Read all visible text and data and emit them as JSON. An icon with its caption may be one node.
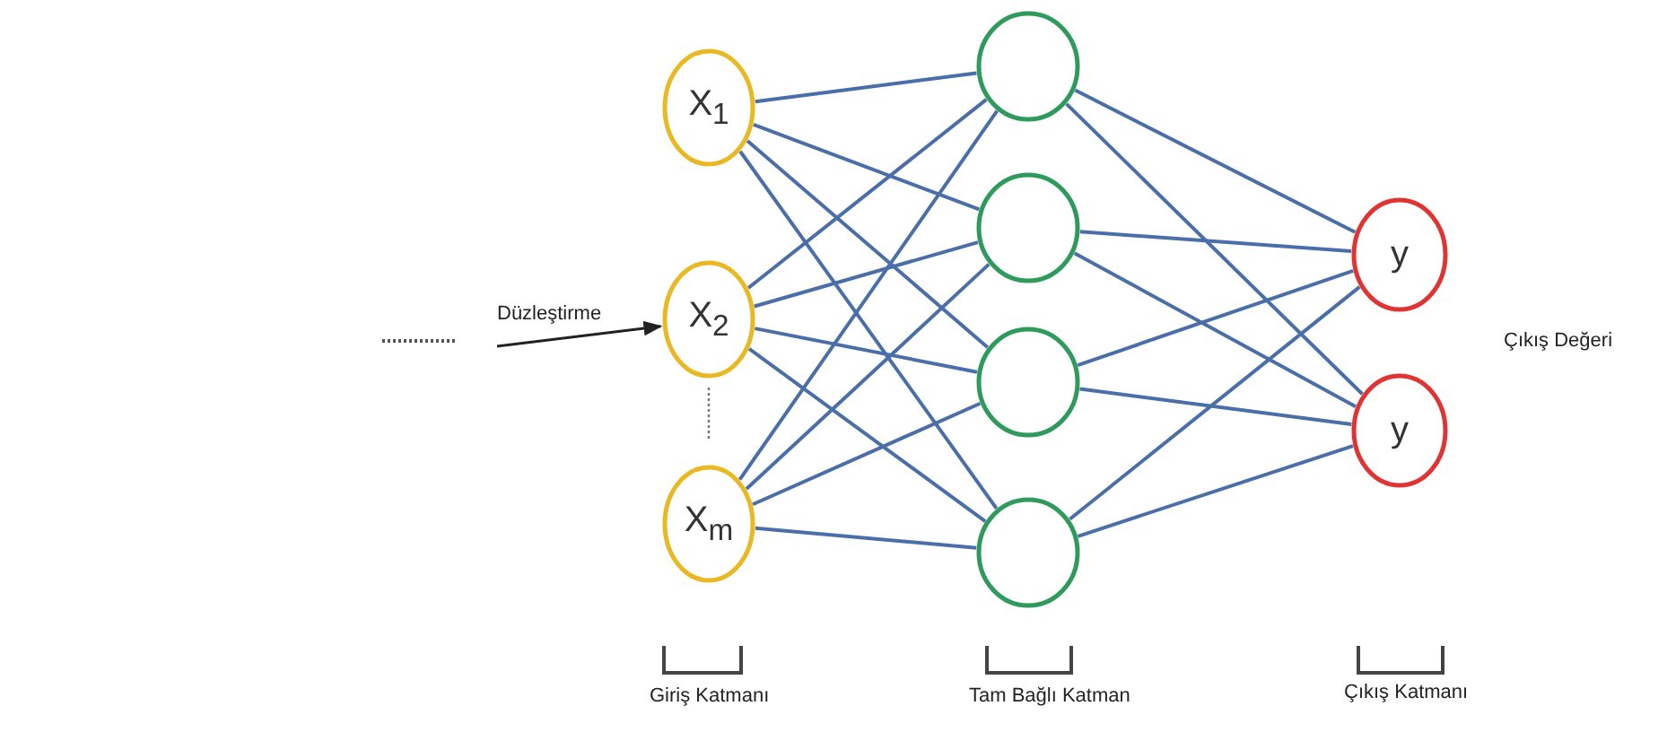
{
  "diagram": {
    "nodes": [
      {
        "text": [
          "X$_{1}$"
        ]
      },
      {
        "text": [
          "X$_{2}$"
        ]
      },
      {
        "text": [
          "X$_{m}$"
        ]
      },
      {
        "text": [],
        "shape": "circle"
      },
      {
        "text": [],
        "shape": "circle"
      },
      {
        "text": [],
        "shape": "circle"
      },
      {
        "text": [],
        "shape": "circle"
      },
      {
        "text": [
          "y"
        ]
      },
      {
        "text": [
          "y"
        ]
      }
    ],
    "edges": [
      {
        "from": null,
        "to": 1,
        "arrow": "to",
        "label": "Düzleştirme",
        "color": "#222222"
      },
      {
        "from": 0,
        "to": 3,
        "arrow": "none"
      },
      {
        "from": 0,
        "to": 4,
        "arrow": "none"
      },
      {
        "from": 0,
        "to": 5,
        "arrow": "none"
      },
      {
        "from": 0,
        "to": 6,
        "arrow": "none"
      },
      {
        "from": 1,
        "to": 3,
        "arrow": "none"
      },
      {
        "from": 1,
        "to": 4,
        "arrow": "none"
      },
      {
        "from": 1,
        "to": 5,
        "arrow": "none"
      },
      {
        "from": 1,
        "to": 6,
        "arrow": "none"
      },
      {
        "from": 2,
        "to": 3,
        "arrow": "none"
      },
      {
        "from": 2,
        "to": 4,
        "arrow": "none"
      },
      {
        "from": 2,
        "to": 5,
        "arrow": "none"
      },
      {
        "from": 2,
        "to": 6,
        "arrow": "none"
      },
      {
        "from": 3,
        "to": 7,
        "arrow": "none"
      },
      {
        "from": 3,
        "to": 8,
        "arrow": "none"
      },
      {
        "from": 4,
        "to": 7,
        "arrow": "none"
      },
      {
        "from": 4,
        "to": 8,
        "arrow": "none"
      },
      {
        "from": 5,
        "to": 7,
        "arrow": "none"
      },
      {
        "from": 5,
        "to": 8,
        "arrow": "none"
      },
      {
        "from": 6,
        "to": 7,
        "arrow": "none"
      },
      {
        "from": 6,
        "to": 8,
        "arrow": "none"
      }
    ],
    "labels": [
      "Çıkış Değeri",
      "Giriş Katmanı",
      "Tam Bağlı Katman",
      "Çıkış Katmanı"
    ]
  }
}
